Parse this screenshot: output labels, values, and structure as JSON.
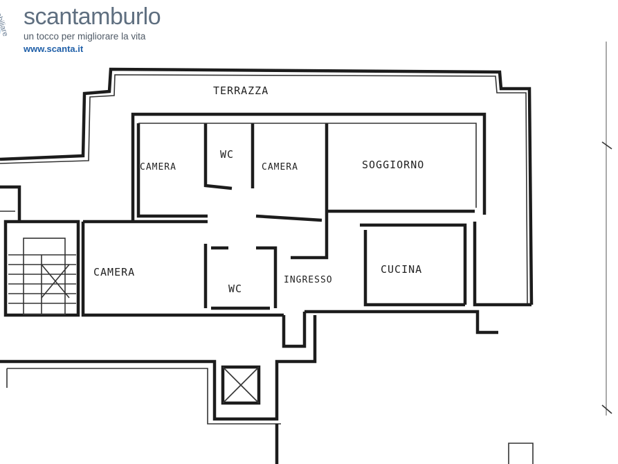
{
  "brand": {
    "arc_text": "mobiliare",
    "name": "scantamburlo",
    "tagline": "un tocco per migliorare la vita",
    "url": "www.scanta.it",
    "colors": {
      "name": "#5f6f80",
      "url": "#1f5fa8",
      "logo_blue": "#3a86c8",
      "logo_green": "#8cc63f"
    }
  },
  "plan": {
    "rooms": {
      "terrazza": "TERRAZZA",
      "camera_1": "CAMERA",
      "wc_1": "WC",
      "camera_2": "CAMERA",
      "soggiorno": "SOGGIORNO",
      "camera_3": "CAMERA",
      "wc_2": "WC",
      "ingresso": "INGRESSO",
      "cucina": "CUCINA"
    }
  }
}
